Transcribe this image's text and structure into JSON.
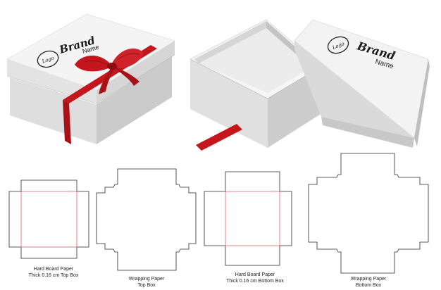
{
  "colors": {
    "box_top": "#f3f3f3",
    "box_side_left": "#dcdcdc",
    "box_side_right": "#cfcfcf",
    "ribbon": "#c4161c",
    "ribbon_dark": "#8e0d12",
    "dieline": "#2a2a2a",
    "crease": "#e0606a"
  },
  "brand": {
    "logo_text": "Logo",
    "brand_text": "Brand",
    "name_text": "Name"
  },
  "captions": {
    "top_board": {
      "line1": "Hard Board Paper",
      "line2": "Thick 0.16 cm  Top Box"
    },
    "top_wrap": {
      "line1": "Wrapping Paper",
      "line2": "Top Box"
    },
    "bottom_board": {
      "line1": "Hard Board Paper",
      "line2": "Thick 0.16 cm  Bottom Box"
    },
    "bottom_wrap": {
      "line1": "Wrapping Paper",
      "line2": "Bottom Box"
    }
  }
}
